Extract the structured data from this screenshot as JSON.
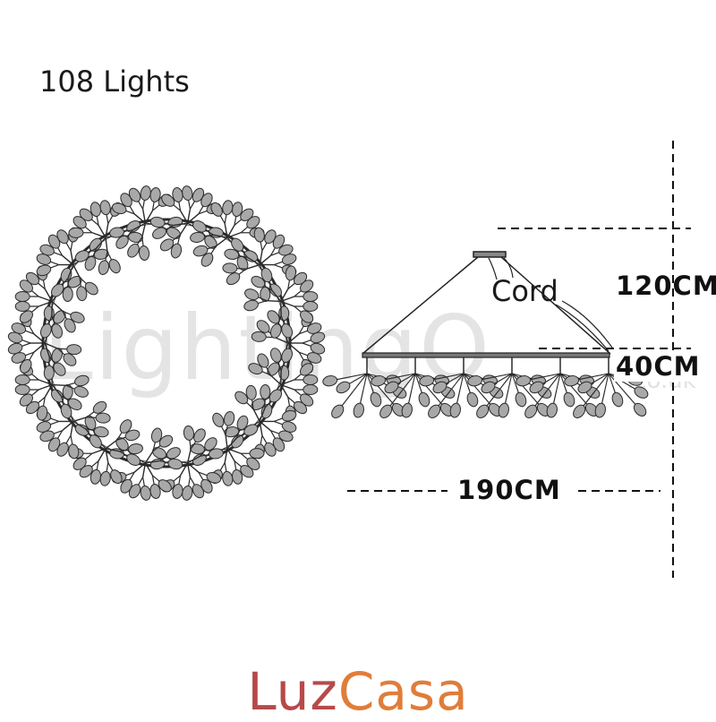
{
  "header": {
    "title": "108 Lights"
  },
  "side_view": {
    "cord_label": "Cord",
    "height_label": "120CM",
    "depth_label": "40CM",
    "width_label": "190CM"
  },
  "watermark": {
    "text": "LightingO",
    "suffix": ".co.uk"
  },
  "brand": {
    "part1": "Luz",
    "part2": "Casa"
  },
  "colors": {
    "line": "#2a2a2a",
    "leaf_fill": "#a8a8a8",
    "brand_luz": "#b64a4a",
    "brand_casa": "#e07d3a"
  },
  "icons": [
    "ring-chandelier-icon",
    "chandelier-side-view-icon",
    "ceiling-canopy-icon"
  ]
}
